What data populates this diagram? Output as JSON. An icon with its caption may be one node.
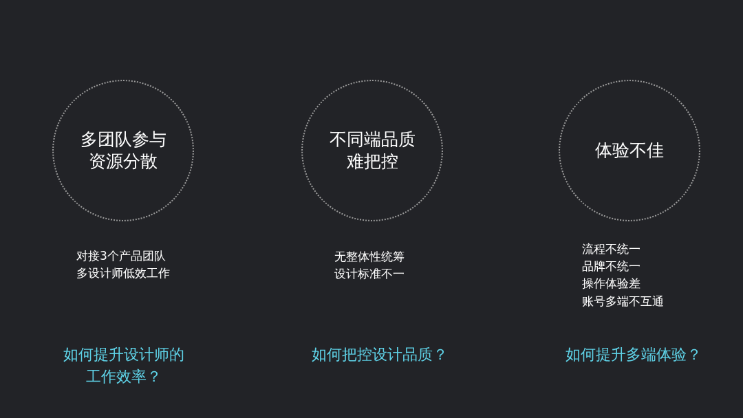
{
  "diagram": {
    "nodes": [
      {
        "text": [
          "多团队参与资源分散"
        ]
      },
      {
        "text": [
          "不同端品质难把控"
        ]
      },
      {
        "text": [
          "体验不佳"
        ]
      }
    ],
    "labels": [
      "对接3个产品团队",
      "多设计师低效工作",
      "无整体性统筹",
      "设计标准不一",
      "流程不统一",
      "品牌不统一",
      "操作体验差",
      "账号多端不互通",
      "如何提升设计师的工作效率？",
      "如何把控设计品质？",
      "如何提升多端体验？"
    ]
  }
}
